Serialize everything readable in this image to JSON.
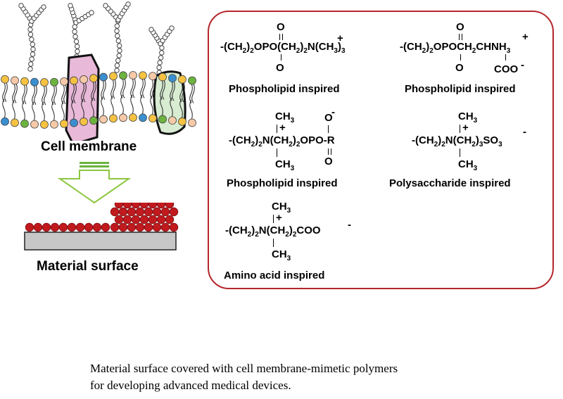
{
  "left": {
    "membrane_label": "Cell membrane",
    "surface_label": "Material surface"
  },
  "structures": {
    "s1_label": "Phospholipid inspired",
    "s2_label": "Phospholipid inspired",
    "s3_label": "Phospholipid inspired",
    "s4_label": "Polysaccharide inspired",
    "s5_label": "Amino acid inspired",
    "s3_r": "-R"
  },
  "caption": {
    "line1": "Material surface covered with cell membrane-mimetic polymers",
    "line2": "for developing advanced medical devices."
  },
  "colors": {
    "box_border": "#b5262b",
    "arrow_green": "#8cc63f",
    "polymer_red": "#c01a1e",
    "substrate_gray": "#c7c7c7",
    "lipid_yellow": "#f5c242",
    "lipid_peach": "#f6c9a8",
    "lipid_blue": "#3a8fd0",
    "lipid_green": "#6cb33f",
    "protein_pink": "#e8b9d8",
    "protein_green": "#d8ecd2"
  }
}
